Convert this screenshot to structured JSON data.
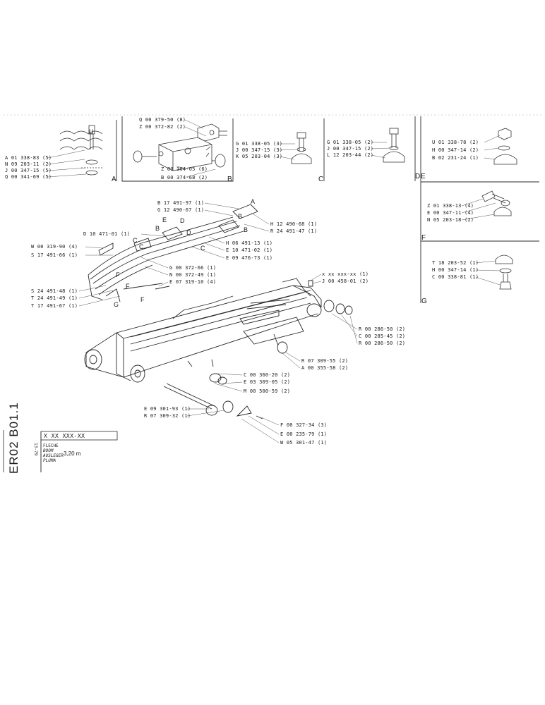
{
  "detailA": [
    "A 01 338-83 (5)",
    "N 09 203-11 (2)",
    "J 00 347-15 (5)",
    "Q 00 341-69 (5)"
  ],
  "detailB": [
    "Q 00 379-50 (8)",
    "Z 00 372-82 (2)",
    "Z 00 304-05 (6)",
    "B 00 374-68 (2)"
  ],
  "detailC": [
    "G 01 338-05 (3)",
    "J 00 347-15 (3)",
    "K 05 203-04 (3)"
  ],
  "detailD": [
    "G 01 338-05 (2)",
    "J 00 347-15 (2)",
    "L 12 203-44 (2)"
  ],
  "detailE": [
    "U 01 338-78 (2)",
    "H 00 347-14 (2)",
    "B 02 231-24 (1)"
  ],
  "detailF": [
    "Z 01 338-13 (4)",
    "E 00 347-11 (4)",
    "N 05 203-18 (2)"
  ],
  "detailG": [
    "T 18 203-52 (1)",
    "H 00 347-14 (1)",
    "C 00 338-81 (1)"
  ],
  "main": {
    "topCenter": [
      "B 17 491-97 (1)",
      "G 12 490-67 (1)"
    ],
    "rightTop": [
      "H 12 490-68 (1)",
      "R 24 491-47 (1)"
    ],
    "rightMid": [
      "H 06 491-13 (1)",
      "E 10 471-02 (1)",
      "E 09 476-73 (1)"
    ],
    "leftUpper": [
      "D 10 471-01 (1)",
      "W 00 319-90 (4)",
      "S 17 491-66 (1)"
    ],
    "centerLower": [
      "G 00 372-66 (1)",
      "N 00 372-49 (1)",
      "E 07 319-10 (4)"
    ],
    "leftLower": [
      "S 24 491-48 (1)",
      "T 24 491-49 (1)",
      "T 17 491-67 (1)"
    ],
    "tipTop": [
      "x xx xxx-xx (1)",
      "J 00 458-01 (2)"
    ],
    "tipRight": [
      "R 00 286-50 (2)",
      "C 00 285-45 (2)",
      "R 00 286-50 (2)"
    ],
    "pin": [
      "R 07 309-55 (2)",
      "A 00 355-58 (2)"
    ],
    "center": [
      "C 00 360-20 (2)",
      "E 03 309-05 (2)",
      "M 00 500-59 (2)"
    ],
    "bottomLeft": [
      "E 09 301-93 (1)",
      "R 07 309-32 (1)"
    ],
    "bottomRight": [
      "F 00 327-34 (3)",
      "E 00 235-79 (1)",
      "W 05 301-47 (1)"
    ]
  },
  "tags": {
    "A": "A",
    "B": "B",
    "C": "C",
    "D": "D",
    "E": "E",
    "F": "F",
    "G": "G"
  },
  "titleBlock": {
    "drawingCode": "ER02 B01.1",
    "partNumber": "X XX XXX-XX",
    "revision": "13-79",
    "desc": [
      "FLECHE",
      "BOOM",
      "AUSLEGER",
      "PLUMA"
    ],
    "size": "3,20 m"
  }
}
